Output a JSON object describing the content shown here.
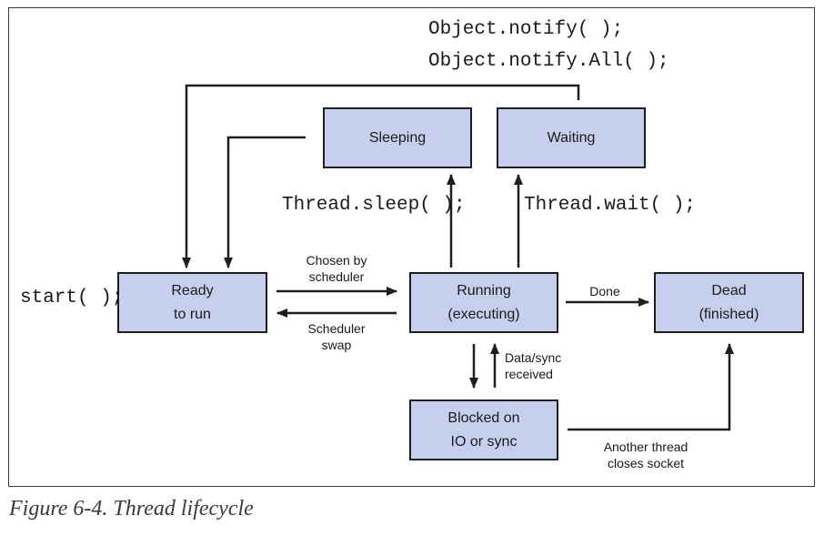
{
  "nodes": {
    "sleeping": {
      "lines": [
        "Sleeping"
      ]
    },
    "waiting": {
      "lines": [
        "Waiting"
      ]
    },
    "ready": {
      "lines": [
        "Ready",
        "to run"
      ]
    },
    "running": {
      "lines": [
        "Running",
        "(executing)"
      ]
    },
    "dead": {
      "lines": [
        "Dead",
        "(finished)"
      ]
    },
    "blocked": {
      "lines": [
        "Blocked on",
        "IO or sync"
      ]
    }
  },
  "code_labels": {
    "notify": "Object.notify( );",
    "notify_all": "Object.notify.All( );",
    "thread_sleep": "Thread.sleep( );",
    "thread_wait": "Thread.wait( );",
    "start": "start( );"
  },
  "edge_labels": {
    "chosen": [
      "Chosen by",
      "scheduler"
    ],
    "swap": [
      "Scheduler",
      "swap"
    ],
    "done": [
      "Done"
    ],
    "data_sync": [
      "Data/sync",
      "received"
    ],
    "another_thread": [
      "Another thread",
      "closes socket"
    ]
  },
  "caption": "Figure 6-4. Thread lifecycle",
  "colors": {
    "node_fill": "#c7cfee",
    "stroke": "#1e1e1e"
  }
}
